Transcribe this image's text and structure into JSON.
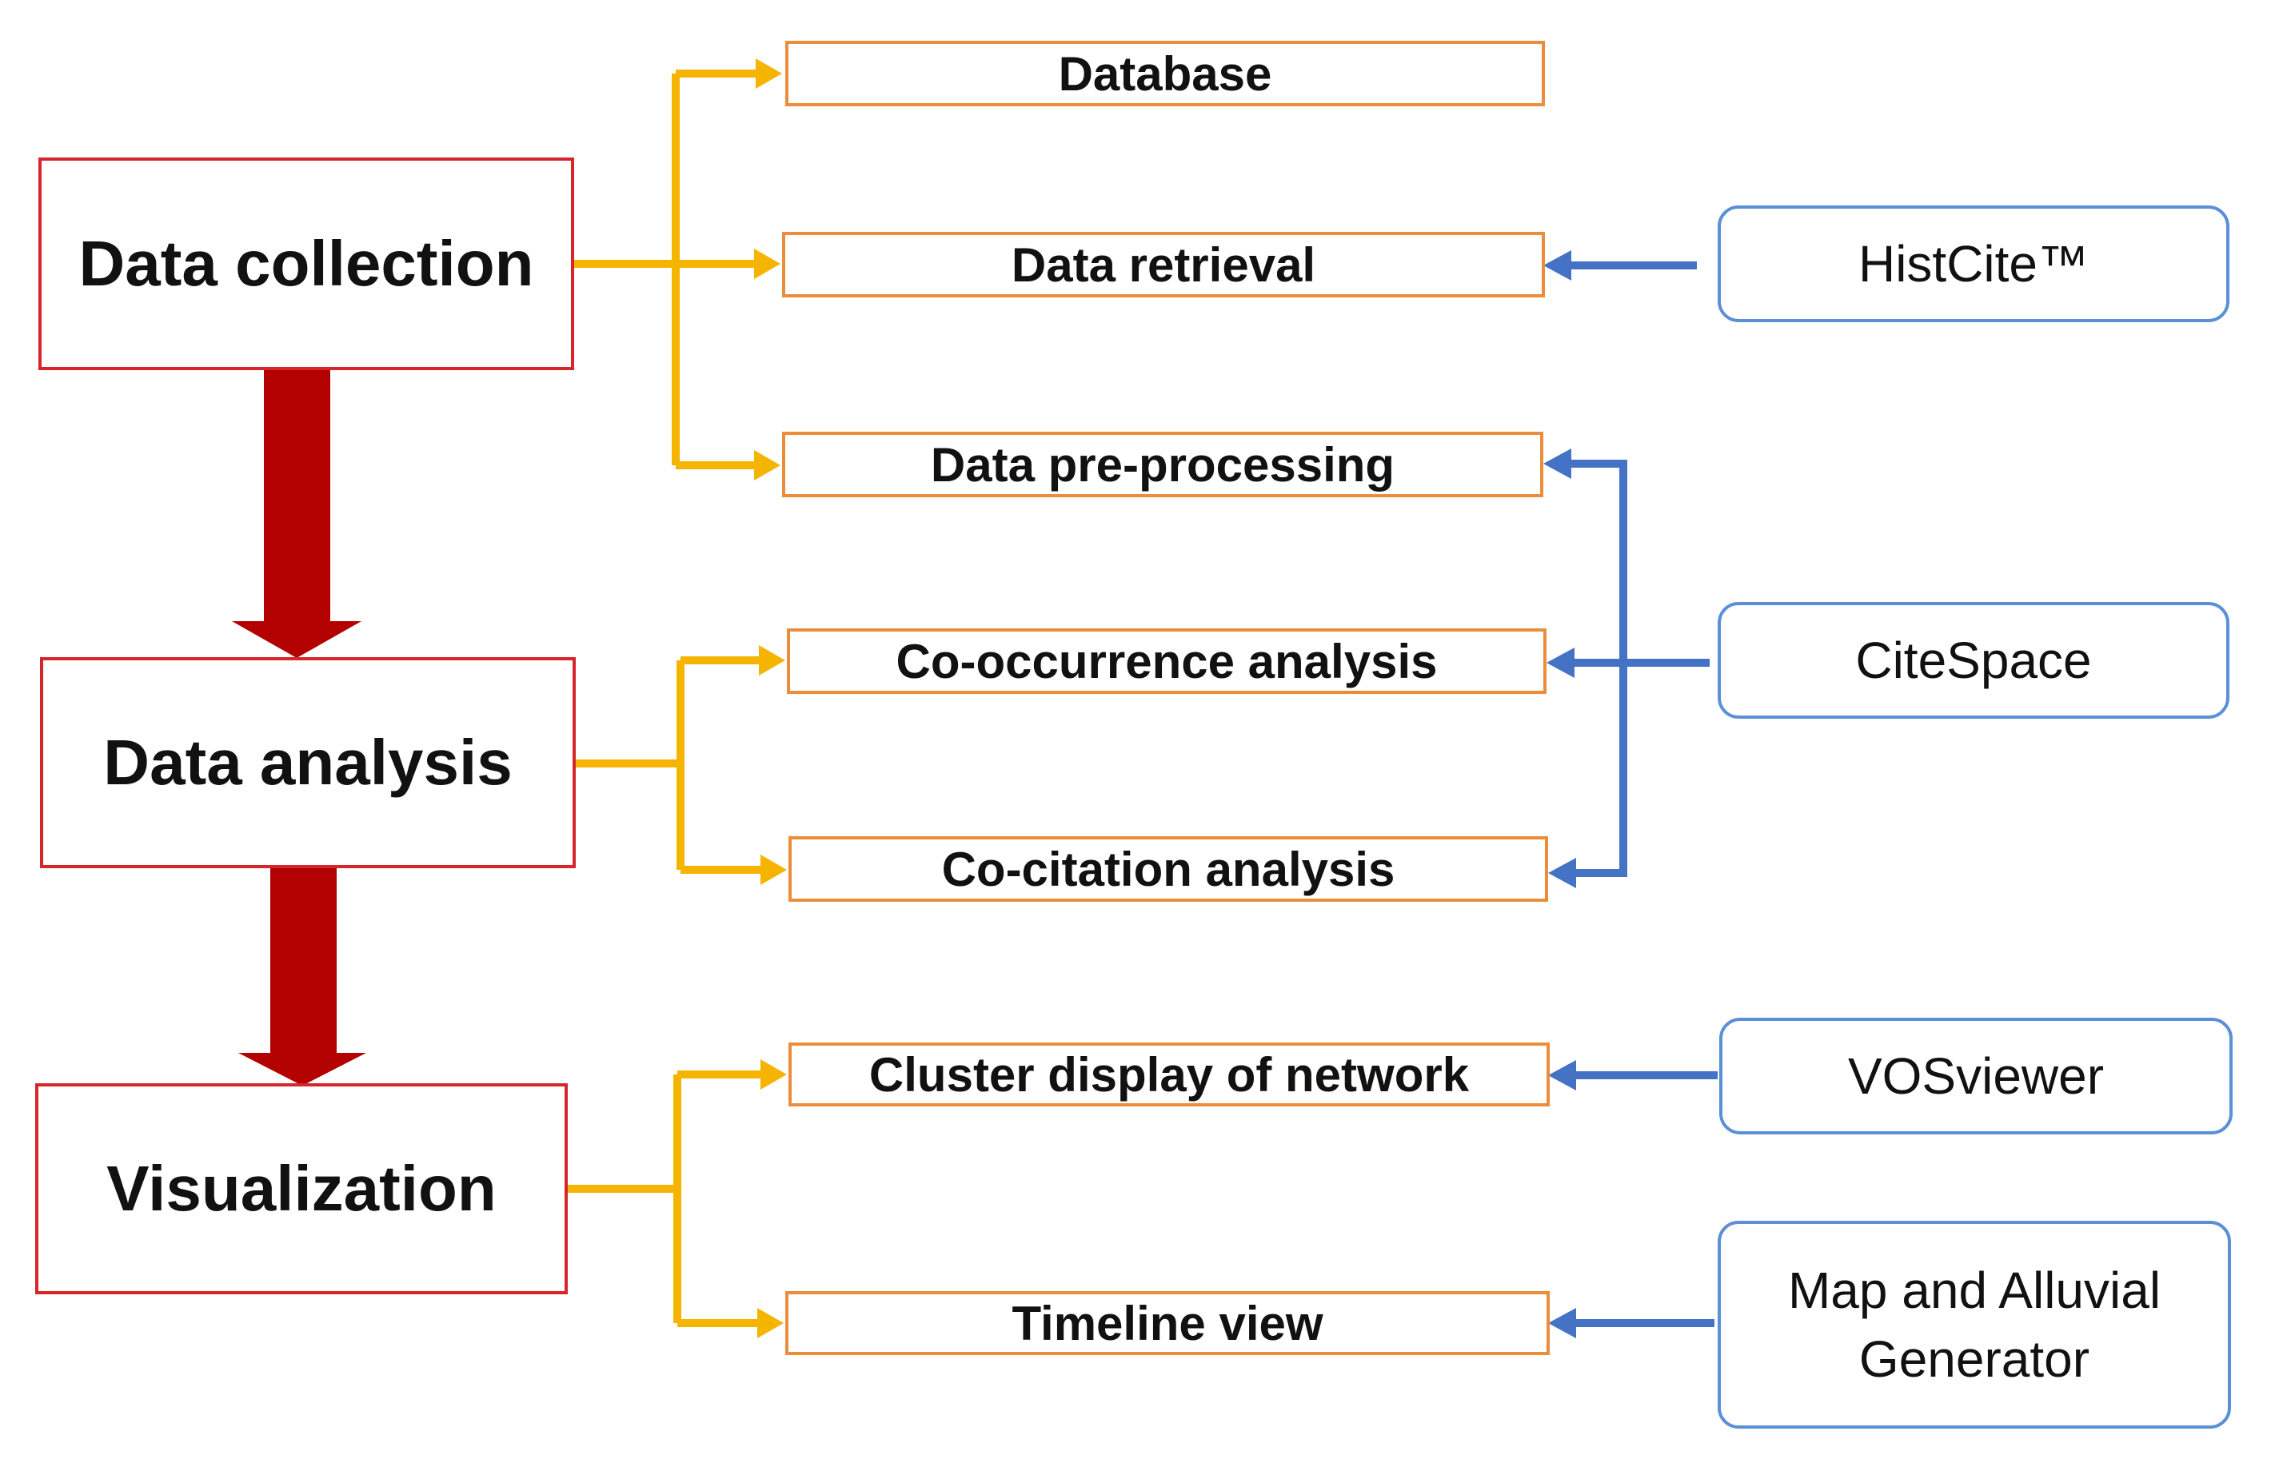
{
  "colors": {
    "stage_border": "#d7262b",
    "stage_arrow": "#b30000",
    "step_border": "#ec8d3c",
    "step_connector": "#f5b400",
    "tool_border": "#5b8fd6",
    "tool_connector": "#4472c4"
  },
  "stages": {
    "collection": "Data collection",
    "analysis": "Data analysis",
    "visualization": "Visualization"
  },
  "steps": {
    "database": "Database",
    "retrieval": "Data retrieval",
    "preprocessing": "Data pre-processing",
    "cooccurrence": "Co-occurrence analysis",
    "cocitation": "Co-citation analysis",
    "cluster": "Cluster display of network",
    "timeline": "Timeline view"
  },
  "tools": {
    "histcite": "HistCite™",
    "citespace": "CiteSpace",
    "vosviewer": "VOSviewer",
    "map_alluvial_line1": "Map and Alluvial",
    "map_alluvial_line2": "Generator"
  }
}
